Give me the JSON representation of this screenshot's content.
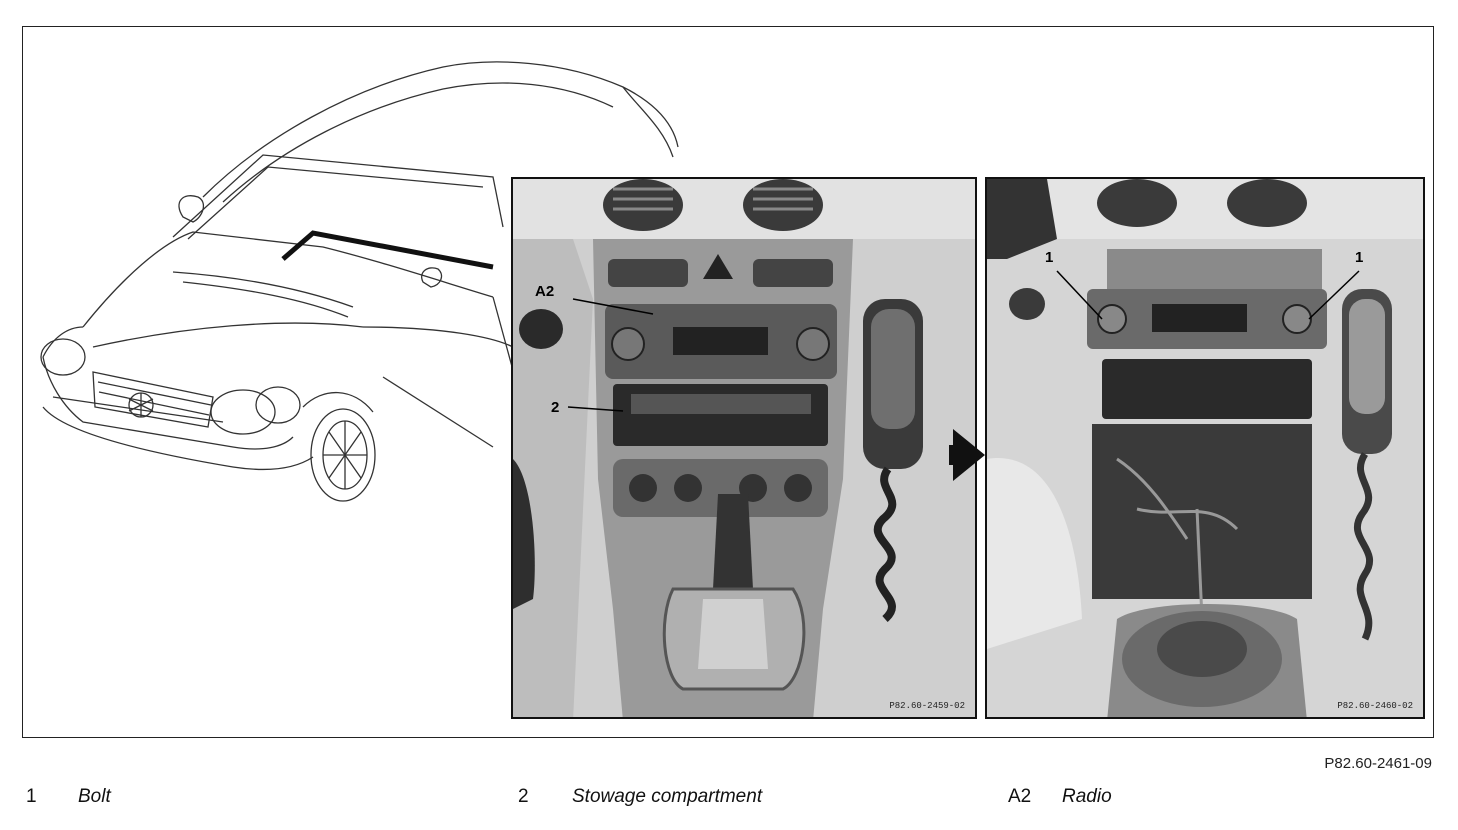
{
  "figure": {
    "code": "P82.60-2461-09",
    "left_photo_code": "P82.60-2459-02",
    "right_photo_code": "P82.60-2460-02"
  },
  "callouts": {
    "left_radio": "A2",
    "left_stowage": "2",
    "right_bolt_left": "1",
    "right_bolt_right": "1"
  },
  "legend": [
    {
      "num": "1",
      "text": "Bolt"
    },
    {
      "num": "2",
      "text": "Stowage compartment"
    },
    {
      "num": "A2",
      "text": "Radio"
    }
  ]
}
